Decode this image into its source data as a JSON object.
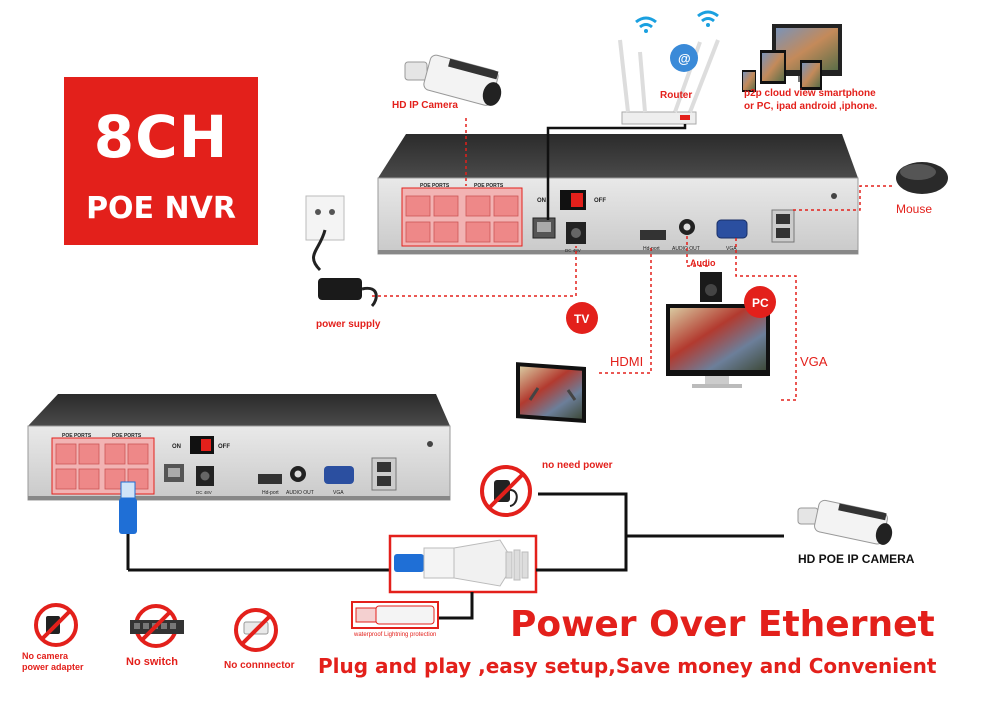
{
  "badge": {
    "line1": "8CH",
    "line2": "POE NVR"
  },
  "top_diagram": {
    "camera_label": "HD IP Camera",
    "router_label": "Router",
    "cloud_label_line1": "p2p cloud  view smartphone",
    "cloud_label_line2": "or PC, ipad android ,iphone.",
    "mouse_label": "Mouse",
    "power_label": "power supply",
    "audio_label": "Audio",
    "hdmi_label": "HDMI",
    "vga_label": "VGA",
    "tv_badge": "TV",
    "pc_badge": "PC",
    "nvr_ports": {
      "poe_ports": "POE PORTS",
      "on": "ON",
      "off": "OFF",
      "hdmi": "Hd-port",
      "audio": "AUDIO OUT",
      "vga": "VGA",
      "dc": "DC 48V"
    }
  },
  "bottom_diagram": {
    "no_need_power": "no need power",
    "poe_camera_label": "HD POE IP CAMERA",
    "waterproof_label": "waterproof Lightning protection",
    "nvr_ports": {
      "poe_ports": "POE PORTS",
      "on": "ON",
      "off": "OFF",
      "hdmi": "Hd-port",
      "audio": "AUDIO OUT",
      "vga": "VGA",
      "dc": "DC 48V"
    }
  },
  "features": [
    {
      "label_line1": "No camera",
      "label_line2": "power adapter"
    },
    {
      "label_line1": "No switch",
      "label_line2": ""
    },
    {
      "label_line1": "No connnector",
      "label_line2": ""
    }
  ],
  "headline": "Power Over Ethernet",
  "tagline": "Plug and play ,easy setup,Save money and Convenient",
  "colors": {
    "accent_red": "#e3201b",
    "port_red": "#f0a0a0",
    "cable_blue": "#1f6fd6"
  }
}
